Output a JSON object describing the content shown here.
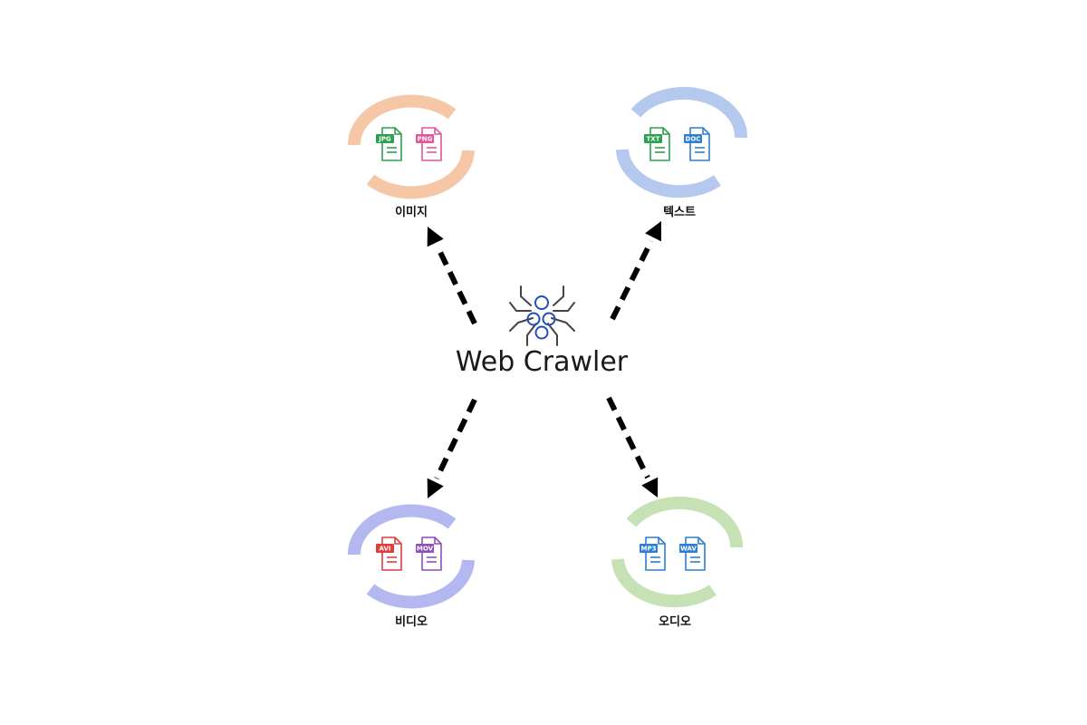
{
  "center": {
    "label": "Web Crawler",
    "icon": "spider-icon",
    "icon_color": "#1f4fbf",
    "line_color": "#444444"
  },
  "arrow_color": "#000000",
  "categories": [
    {
      "label": "이미지",
      "ring_color": "#f6c7a7",
      "files": [
        {
          "tag": "JPG",
          "color": "#2e9e4f",
          "icon": "jpg-file-icon"
        },
        {
          "tag": "PNG",
          "color": "#e2559a",
          "icon": "png-file-icon"
        }
      ]
    },
    {
      "label": "텍스트",
      "ring_color": "#b5c8ee",
      "files": [
        {
          "tag": "TXT",
          "color": "#2e9e4f",
          "icon": "txt-file-icon"
        },
        {
          "tag": "DOC",
          "color": "#2f7fd1",
          "icon": "doc-file-icon"
        }
      ]
    },
    {
      "label": "비디오",
      "ring_color": "#b3b8f1",
      "files": [
        {
          "tag": "AVI",
          "color": "#e23c3c",
          "icon": "avi-file-icon"
        },
        {
          "tag": "MOV",
          "color": "#8e4fb8",
          "icon": "mov-file-icon"
        }
      ]
    },
    {
      "label": "오디오",
      "ring_color": "#c6e2b5",
      "files": [
        {
          "tag": "MP3",
          "color": "#2f7fd1",
          "icon": "mp3-file-icon"
        },
        {
          "tag": "WAV",
          "color": "#2f7fd1",
          "icon": "wav-file-icon"
        }
      ]
    }
  ]
}
